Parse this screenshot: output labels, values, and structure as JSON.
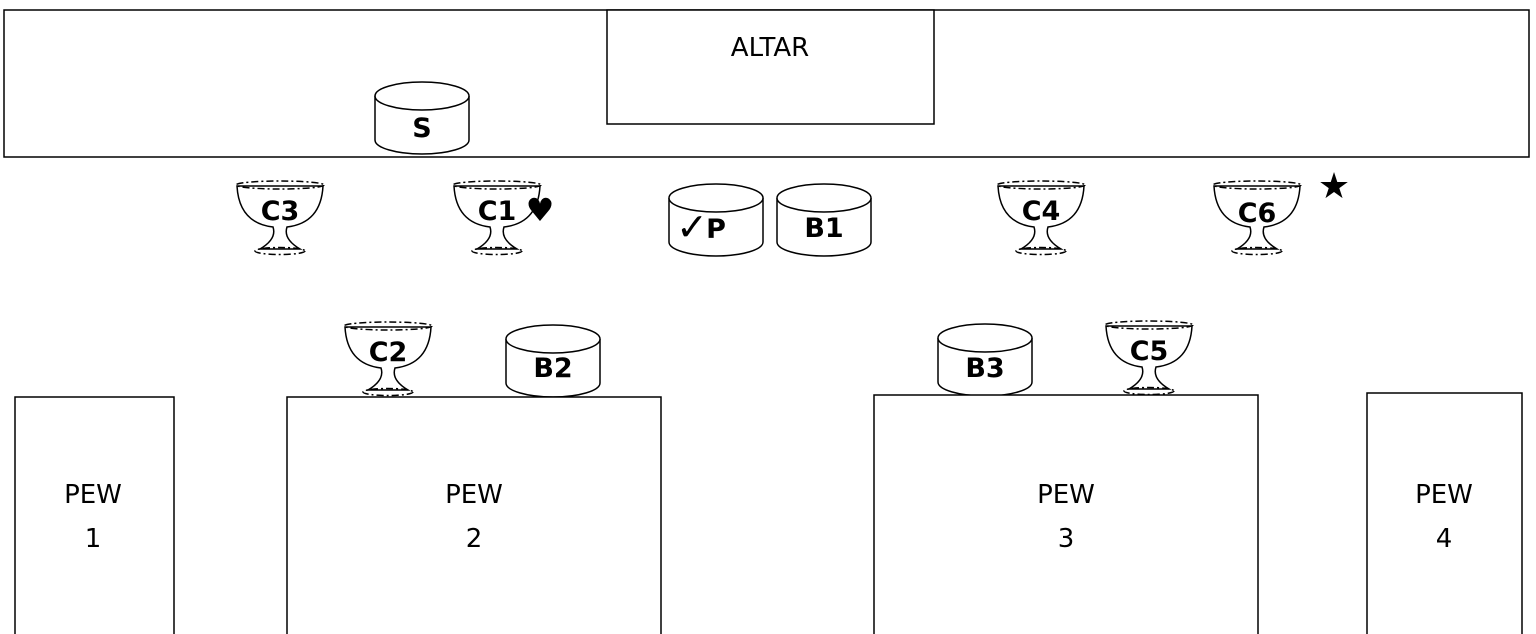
{
  "altar": {
    "label": "ALTAR"
  },
  "containers": [
    {
      "id": "S",
      "label": "S"
    },
    {
      "id": "P",
      "label": "P",
      "marker": "check"
    },
    {
      "id": "B1",
      "label": "B1"
    },
    {
      "id": "B2",
      "label": "B2"
    },
    {
      "id": "B3",
      "label": "B3"
    }
  ],
  "chalices": [
    {
      "id": "C3",
      "label": "C3"
    },
    {
      "id": "C1",
      "label": "C1",
      "marker": "heart"
    },
    {
      "id": "C4",
      "label": "C4"
    },
    {
      "id": "C6",
      "label": "C6",
      "marker": "star"
    },
    {
      "id": "C2",
      "label": "C2"
    },
    {
      "id": "C5",
      "label": "C5"
    }
  ],
  "pews": [
    {
      "line1": "PEW",
      "line2": "1"
    },
    {
      "line1": "PEW",
      "line2": "2"
    },
    {
      "line1": "PEW",
      "line2": "3"
    },
    {
      "line1": "PEW",
      "line2": "4"
    }
  ],
  "symbols": {
    "check": "✓",
    "heart": "♥",
    "star": "★"
  }
}
